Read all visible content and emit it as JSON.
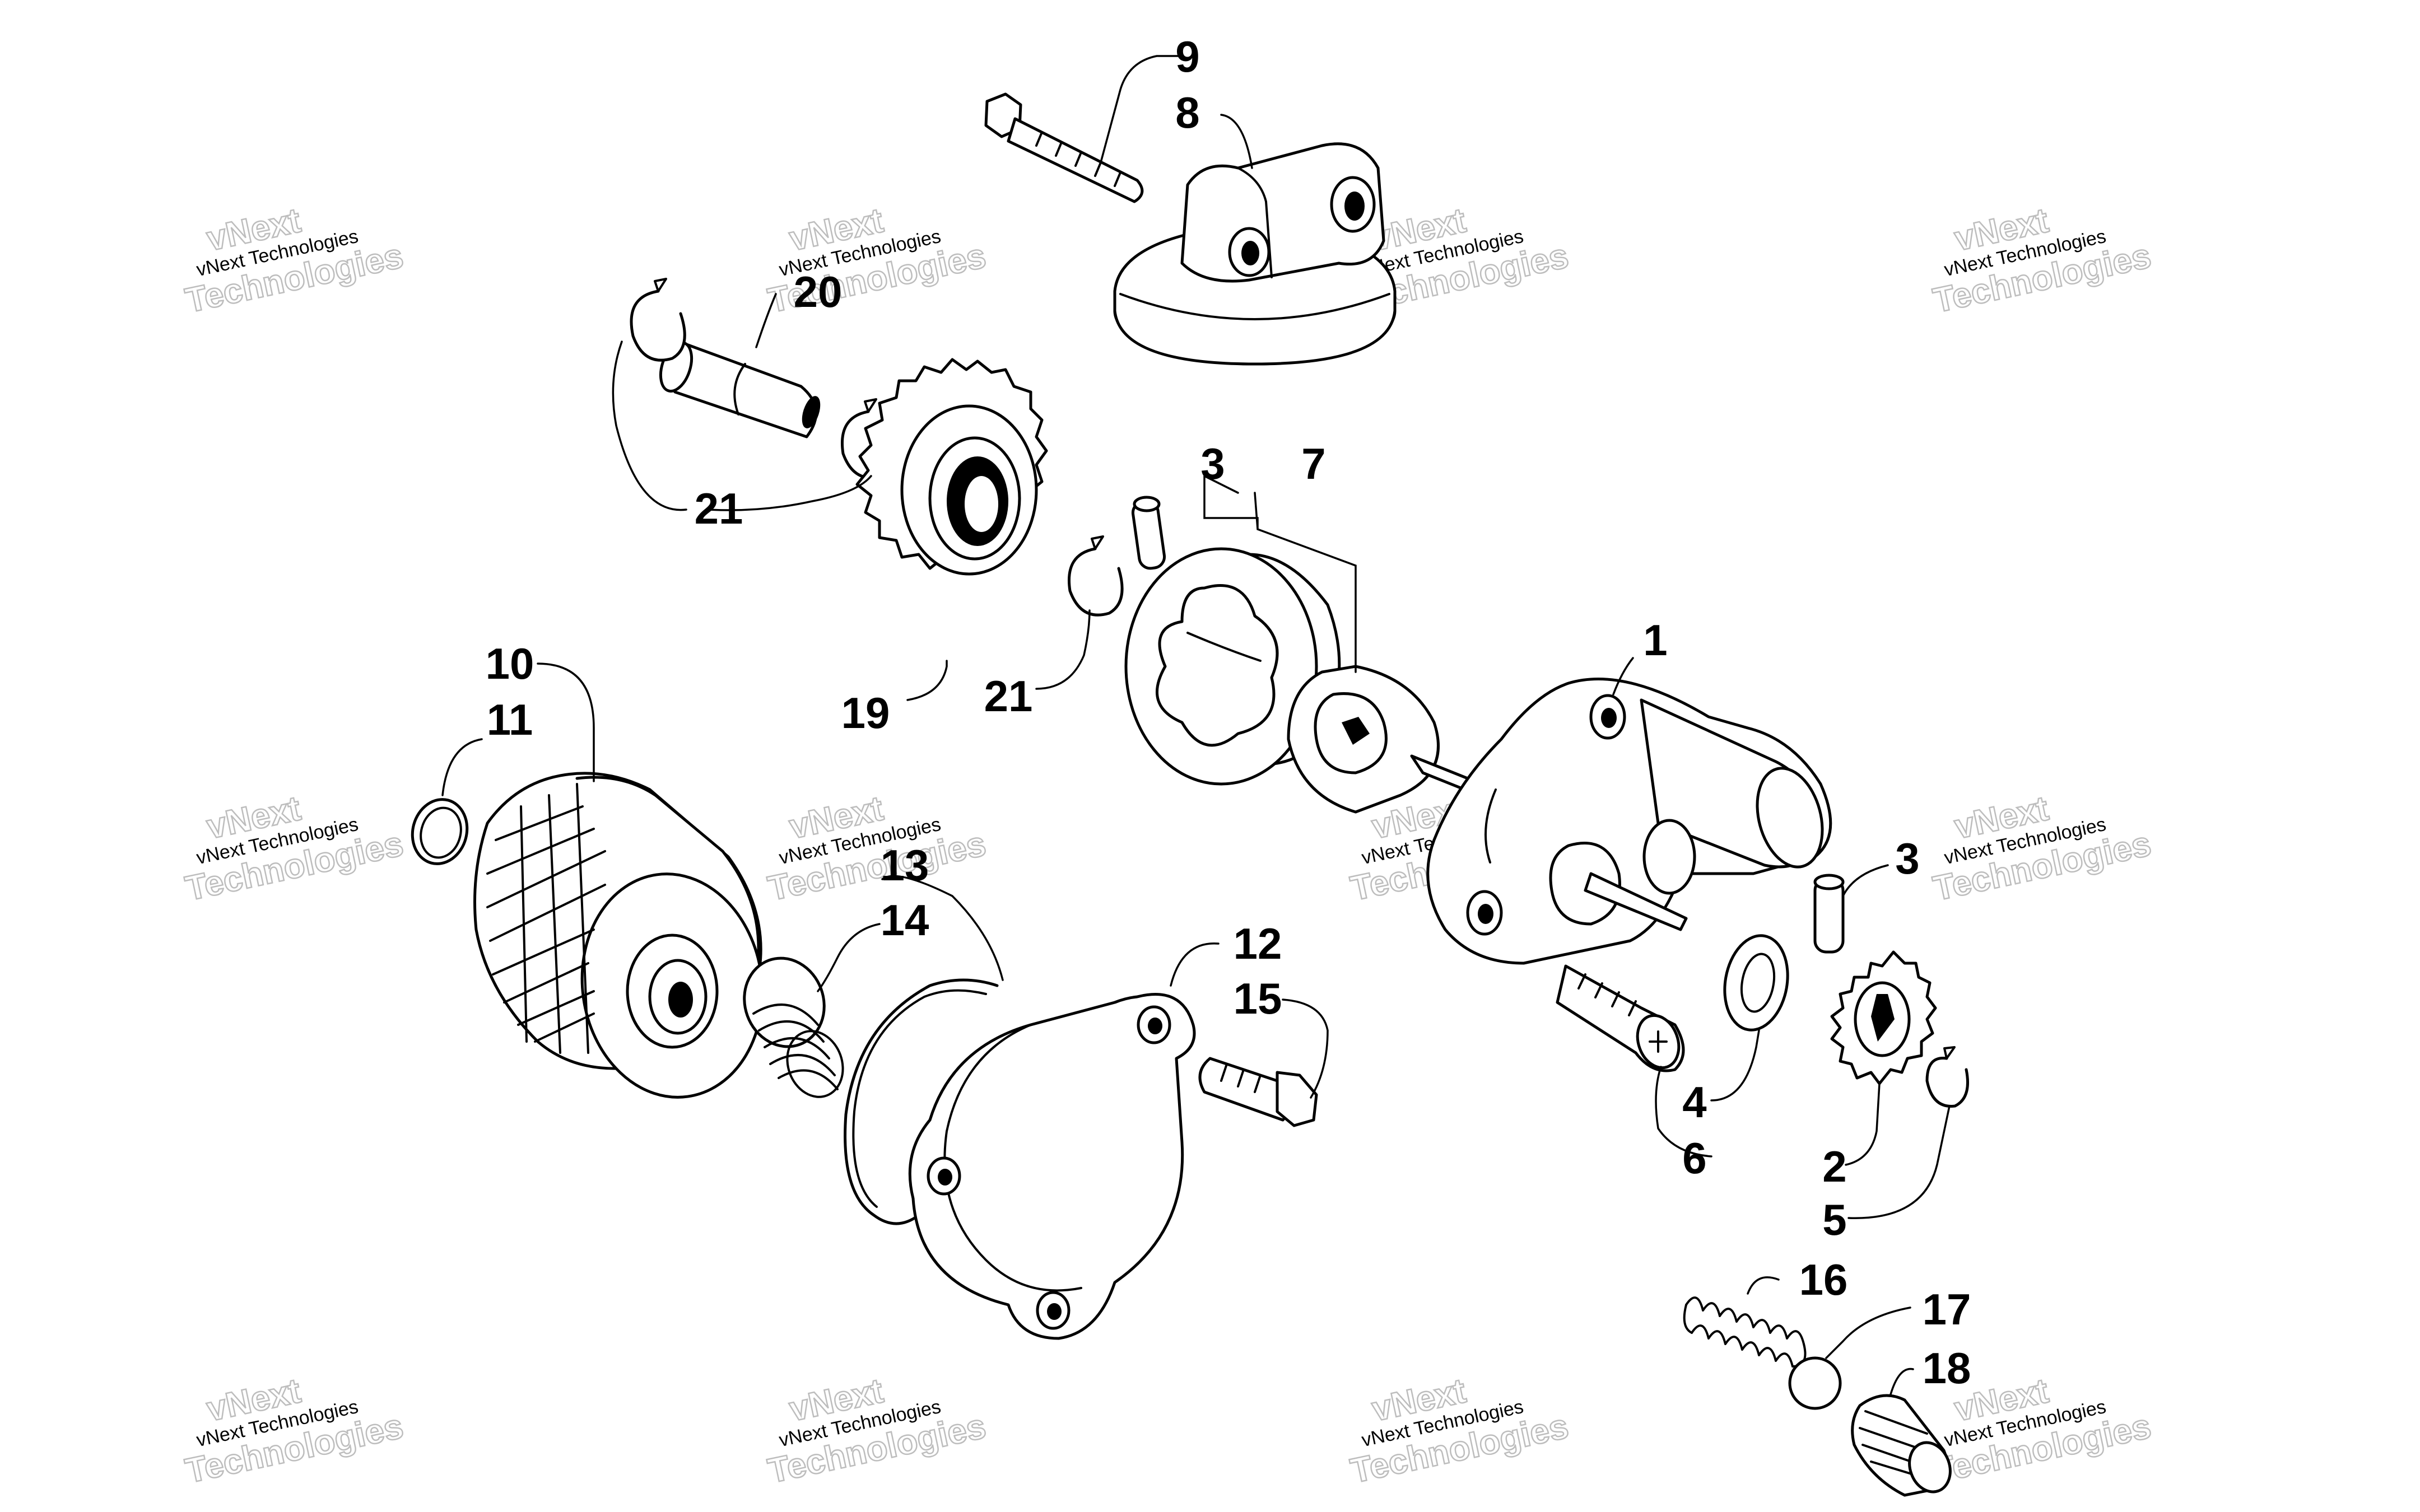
{
  "diagram": {
    "callouts": {
      "c1": "1",
      "c2": "2",
      "c3a": "3",
      "c3b": "3",
      "c4": "4",
      "c5": "5",
      "c6": "6",
      "c7": "7",
      "c8": "8",
      "c9": "9",
      "c10": "10",
      "c11": "11",
      "c12": "12",
      "c13": "13",
      "c14": "14",
      "c15": "15",
      "c16": "16",
      "c17": "17",
      "c18": "18",
      "c19": "19",
      "c20": "20",
      "c21a": "21",
      "c21b": "21"
    },
    "watermark": {
      "line1": "vNext",
      "line2": "vNext Technologies",
      "line3": "Technologies"
    }
  }
}
